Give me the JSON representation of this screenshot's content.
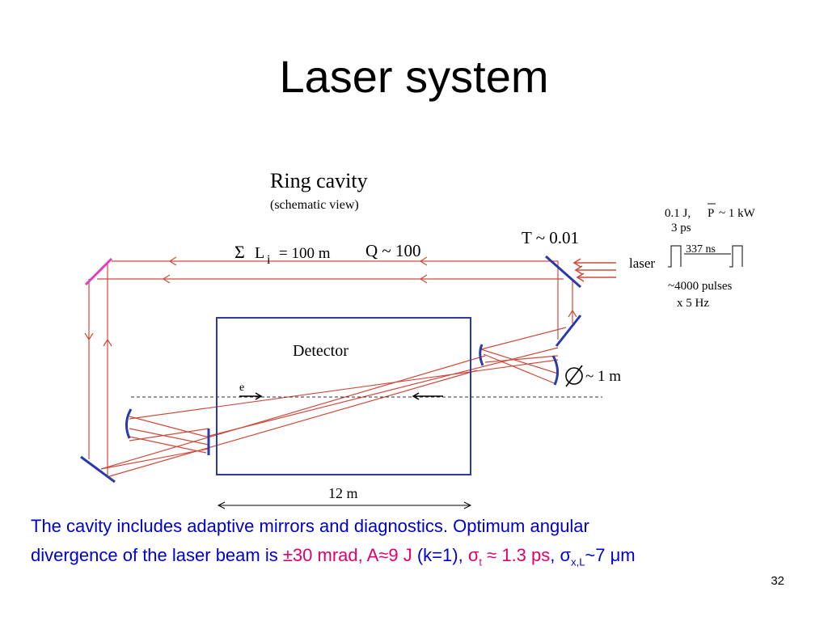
{
  "slide": {
    "title": "Laser system",
    "number": "32"
  },
  "diagram": {
    "heading": "Ring cavity",
    "subheading": "(schematic view)",
    "sum_symbol": "Σ",
    "sum_var": "L",
    "sum_index": "i",
    "sum_value": "= 100 m",
    "q_label": "Q ~ 100",
    "t_label": "T ~ 0.01",
    "pulse_energy": "0.1 J,",
    "pulse_power_symbol": "P",
    "pulse_power_value": "~ 1 kW",
    "pulse_duration": "3 ps",
    "laser_label": "laser",
    "pulse_spacing": "337 ns",
    "pulse_count": "~4000 pulses",
    "pulse_rate": "x 5 Hz",
    "detector_label": "Detector",
    "electron_label": "e",
    "mirror_size_label": "~ 1 m",
    "length_label": "12 m"
  },
  "caption": {
    "line1": "The cavity includes adaptive mirrors and diagnostics. Optimum angular",
    "line2_prefix": "divergence of the laser beam is ",
    "divergence": "±30 mrad, A≈9 J",
    "k_value": " (k=1)",
    "comma1": ", ",
    "sigma_t_symbol": "σ",
    "sigma_t_sub": "t",
    "sigma_t_value": " ≈ 1.3 ps",
    "comma2": ", ",
    "sigma_x_symbol": "σ",
    "sigma_x_sub": "x,L",
    "sigma_x_value": "~7 μm"
  },
  "colors": {
    "beam": "#d04a3a",
    "mirror": "#2a3aa8",
    "input_mirror": "#e040c0",
    "caption_text": "#0000cc",
    "caption_highlight": "#e0006a",
    "detector_border": "#2a3aa8"
  }
}
